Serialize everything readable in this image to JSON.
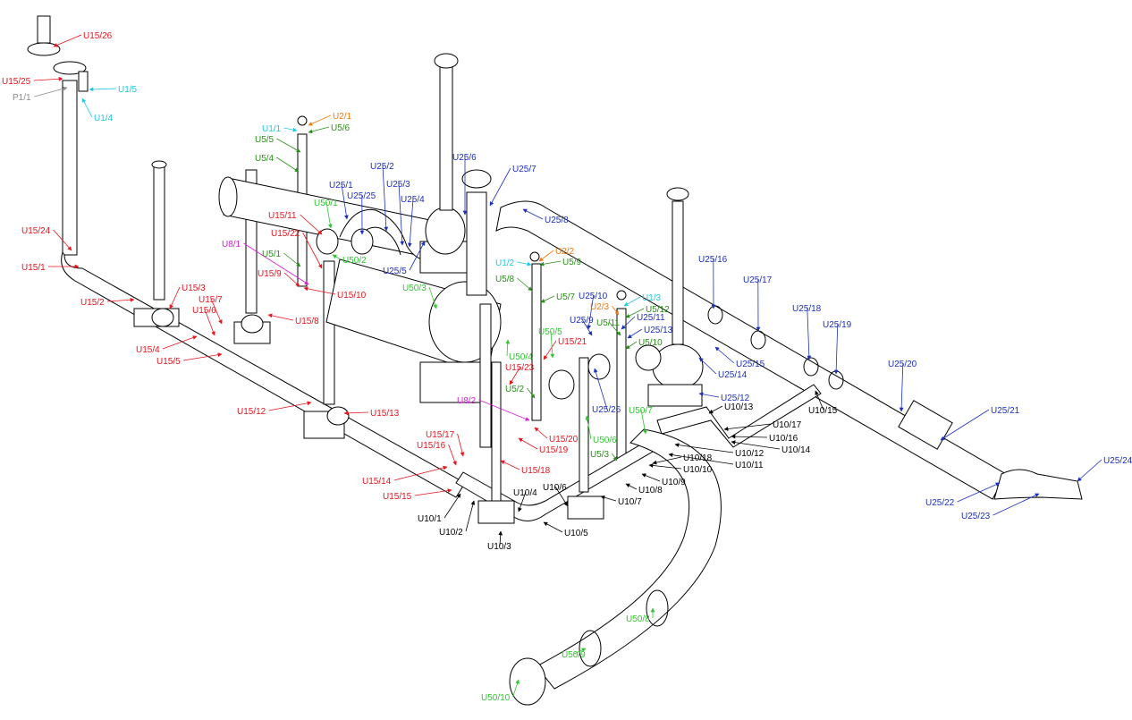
{
  "colors": {
    "u15": "#e8141e",
    "u25": "#1c2fbf",
    "u50": "#31c531",
    "u10": "#000000",
    "u5": "#2a8f19",
    "u1": "#1fc7e8",
    "u2": "#f07a13",
    "u8": "#d41fd4",
    "p1": "#8a8a8a",
    "pipe_stroke": "#000000"
  },
  "labels": [
    {
      "text": "U15/26",
      "series": "u15"
    },
    {
      "text": "U15/25",
      "series": "u15"
    },
    {
      "text": "P1/1",
      "series": "p1"
    },
    {
      "text": "U1/5",
      "series": "u1"
    },
    {
      "text": "U1/4",
      "series": "u1"
    },
    {
      "text": "U15/24",
      "series": "u15"
    },
    {
      "text": "U15/1",
      "series": "u15"
    },
    {
      "text": "U15/2",
      "series": "u15"
    },
    {
      "text": "U15/3",
      "series": "u15"
    },
    {
      "text": "U15/7",
      "series": "u15"
    },
    {
      "text": "U15/6",
      "series": "u15"
    },
    {
      "text": "U15/4",
      "series": "u15"
    },
    {
      "text": "U15/5",
      "series": "u15"
    },
    {
      "text": "U15/8",
      "series": "u15"
    },
    {
      "text": "U15/9",
      "series": "u15"
    },
    {
      "text": "U15/10",
      "series": "u15"
    },
    {
      "text": "U15/11",
      "series": "u15"
    },
    {
      "text": "U15/22",
      "series": "u15"
    },
    {
      "text": "U15/12",
      "series": "u15"
    },
    {
      "text": "U15/13",
      "series": "u15"
    },
    {
      "text": "U15/14",
      "series": "u15"
    },
    {
      "text": "U15/15",
      "series": "u15"
    },
    {
      "text": "U15/16",
      "series": "u15"
    },
    {
      "text": "U15/17",
      "series": "u15"
    },
    {
      "text": "U15/18",
      "series": "u15"
    },
    {
      "text": "U15/19",
      "series": "u15"
    },
    {
      "text": "U15/20",
      "series": "u15"
    },
    {
      "text": "U15/21",
      "series": "u15"
    },
    {
      "text": "U15/23",
      "series": "u15"
    },
    {
      "text": "U1/1",
      "series": "u1"
    },
    {
      "text": "U2/1",
      "series": "u2"
    },
    {
      "text": "U5/6",
      "series": "u5"
    },
    {
      "text": "U5/5",
      "series": "u5"
    },
    {
      "text": "U5/4",
      "series": "u5"
    },
    {
      "text": "U8/1",
      "series": "u8"
    },
    {
      "text": "U5/1",
      "series": "u5"
    },
    {
      "text": "U50/1",
      "series": "u50"
    },
    {
      "text": "U50/2",
      "series": "u50"
    },
    {
      "text": "U50/3",
      "series": "u50"
    },
    {
      "text": "U25/1",
      "series": "u25"
    },
    {
      "text": "U25/25",
      "series": "u25"
    },
    {
      "text": "U25/2",
      "series": "u25"
    },
    {
      "text": "U25/3",
      "series": "u25"
    },
    {
      "text": "U25/4",
      "series": "u25"
    },
    {
      "text": "U25/5",
      "series": "u25"
    },
    {
      "text": "U25/6",
      "series": "u25"
    },
    {
      "text": "U25/7",
      "series": "u25"
    },
    {
      "text": "U25/8",
      "series": "u25"
    },
    {
      "text": "U1/2",
      "series": "u1"
    },
    {
      "text": "U2/2",
      "series": "u2"
    },
    {
      "text": "U5/9",
      "series": "u5"
    },
    {
      "text": "U5/8",
      "series": "u5"
    },
    {
      "text": "U5/7",
      "series": "u5"
    },
    {
      "text": "U25/10",
      "series": "u25"
    },
    {
      "text": "U1/3",
      "series": "u1"
    },
    {
      "text": "U2/3",
      "series": "u2"
    },
    {
      "text": "U5/12",
      "series": "u5"
    },
    {
      "text": "U5/11",
      "series": "u5"
    },
    {
      "text": "U25/11",
      "series": "u25"
    },
    {
      "text": "U25/9",
      "series": "u25"
    },
    {
      "text": "U25/13",
      "series": "u25"
    },
    {
      "text": "U5/10",
      "series": "u5"
    },
    {
      "text": "U50/5",
      "series": "u50"
    },
    {
      "text": "U50/4",
      "series": "u50"
    },
    {
      "text": "U5/2",
      "series": "u5"
    },
    {
      "text": "U8/2",
      "series": "u8"
    },
    {
      "text": "U25/26",
      "series": "u25"
    },
    {
      "text": "U50/7",
      "series": "u50"
    },
    {
      "text": "U50/6",
      "series": "u50"
    },
    {
      "text": "U5/3",
      "series": "u5"
    },
    {
      "text": "U25/16",
      "series": "u25"
    },
    {
      "text": "U25/17",
      "series": "u25"
    },
    {
      "text": "U25/18",
      "series": "u25"
    },
    {
      "text": "U25/19",
      "series": "u25"
    },
    {
      "text": "U25/15",
      "series": "u25"
    },
    {
      "text": "U25/14",
      "series": "u25"
    },
    {
      "text": "U25/12",
      "series": "u25"
    },
    {
      "text": "U25/20",
      "series": "u25"
    },
    {
      "text": "U25/21",
      "series": "u25"
    },
    {
      "text": "U25/22",
      "series": "u25"
    },
    {
      "text": "U25/23",
      "series": "u25"
    },
    {
      "text": "U25/24",
      "series": "u25"
    },
    {
      "text": "U10/13",
      "series": "u10"
    },
    {
      "text": "U10/15",
      "series": "u10"
    },
    {
      "text": "U10/17",
      "series": "u10"
    },
    {
      "text": "U10/16",
      "series": "u10"
    },
    {
      "text": "U10/14",
      "series": "u10"
    },
    {
      "text": "U10/12",
      "series": "u10"
    },
    {
      "text": "U10/11",
      "series": "u10"
    },
    {
      "text": "U10/18",
      "series": "u10"
    },
    {
      "text": "U10/10",
      "series": "u10"
    },
    {
      "text": "U10/9",
      "series": "u10"
    },
    {
      "text": "U10/8",
      "series": "u10"
    },
    {
      "text": "U10/7",
      "series": "u10"
    },
    {
      "text": "U10/6",
      "series": "u10"
    },
    {
      "text": "U10/4",
      "series": "u10"
    },
    {
      "text": "U10/5",
      "series": "u10"
    },
    {
      "text": "U10/3",
      "series": "u10"
    },
    {
      "text": "U10/2",
      "series": "u10"
    },
    {
      "text": "U10/1",
      "series": "u10"
    },
    {
      "text": "U50/8",
      "series": "u50"
    },
    {
      "text": "U50/9",
      "series": "u50"
    },
    {
      "text": "U50/10",
      "series": "u50"
    }
  ]
}
